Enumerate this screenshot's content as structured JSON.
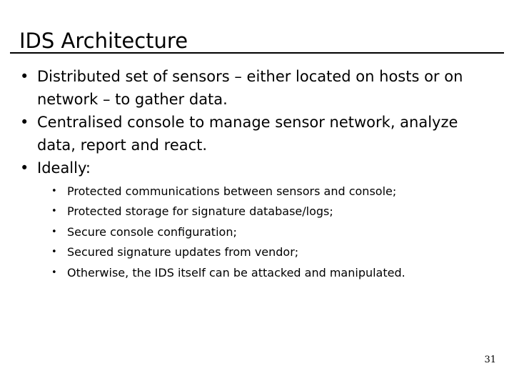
{
  "slide": {
    "title": "IDS Architecture",
    "page_number": "31",
    "bullets": [
      {
        "bullet_glyph": "•",
        "text": "Distributed set of sensors – either located on hosts or on network – to gather data."
      },
      {
        "bullet_glyph": "•",
        "text": "Centralised console to manage sensor network, analyze data, report and react."
      },
      {
        "bullet_glyph": "•",
        "text": "Ideally:"
      }
    ],
    "sub_bullets": [
      {
        "bullet_glyph": "•",
        "text": "Protected communications between sensors and console;"
      },
      {
        "bullet_glyph": "•",
        "text": "Protected storage for signature database/logs;"
      },
      {
        "bullet_glyph": "•",
        "text": "Secure console configuration;"
      },
      {
        "bullet_glyph": "•",
        "text": "Secured signature updates from vendor;"
      },
      {
        "bullet_glyph": "•",
        "text": "Otherwise, the IDS itself can be attacked and manipulated."
      }
    ],
    "colors": {
      "background": "#ffffff",
      "text": "#000000",
      "rule": "#000000"
    }
  }
}
